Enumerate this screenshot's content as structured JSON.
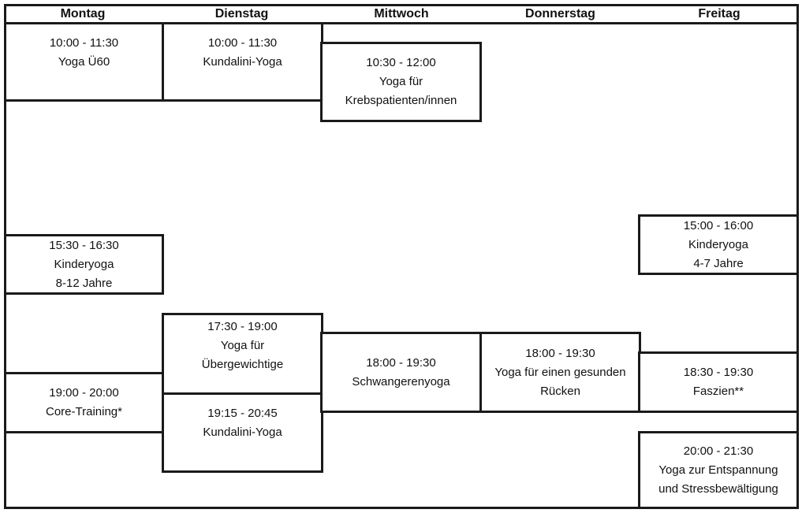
{
  "days": [
    "Montag",
    "Dienstag",
    "Mittwoch",
    "Donnerstag",
    "Freitag"
  ],
  "classes": {
    "mo1": {
      "time": "10:00 - 11:30",
      "name": "Yoga Ü60",
      "extra": ""
    },
    "mo2": {
      "time": "15:30 - 16:30",
      "name": "Kinderyoga",
      "extra": "8-12 Jahre"
    },
    "mo3": {
      "time": "19:00 - 20:00",
      "name": "Core-Training*",
      "extra": ""
    },
    "di1": {
      "time": "10:00 - 11:30",
      "name": "Kundalini-Yoga",
      "extra": ""
    },
    "di2": {
      "time": "17:30 - 19:00",
      "name": "Yoga für",
      "extra": "Übergewichtige"
    },
    "di3": {
      "time": "19:15 - 20:45",
      "name": "Kundalini-Yoga",
      "extra": ""
    },
    "mi1": {
      "time": "10:30 - 12:00",
      "name": "Yoga für",
      "extra": "Krebspatienten/innen"
    },
    "mi2": {
      "time": "18:00 - 19:30",
      "name": "Schwangerenyoga",
      "extra": ""
    },
    "do1": {
      "time": "18:00 - 19:30",
      "name": "Yoga für einen gesunden",
      "extra": "Rücken"
    },
    "fr1": {
      "time": "15:00 - 16:00",
      "name": "Kinderyoga",
      "extra": "4-7 Jahre"
    },
    "fr2": {
      "time": "18:30 - 19:30",
      "name": "Faszien**",
      "extra": ""
    },
    "fr3": {
      "time": "20:00 - 21:30",
      "name": "Yoga zur Entspannung",
      "extra": "und Stressbewältigung"
    }
  }
}
